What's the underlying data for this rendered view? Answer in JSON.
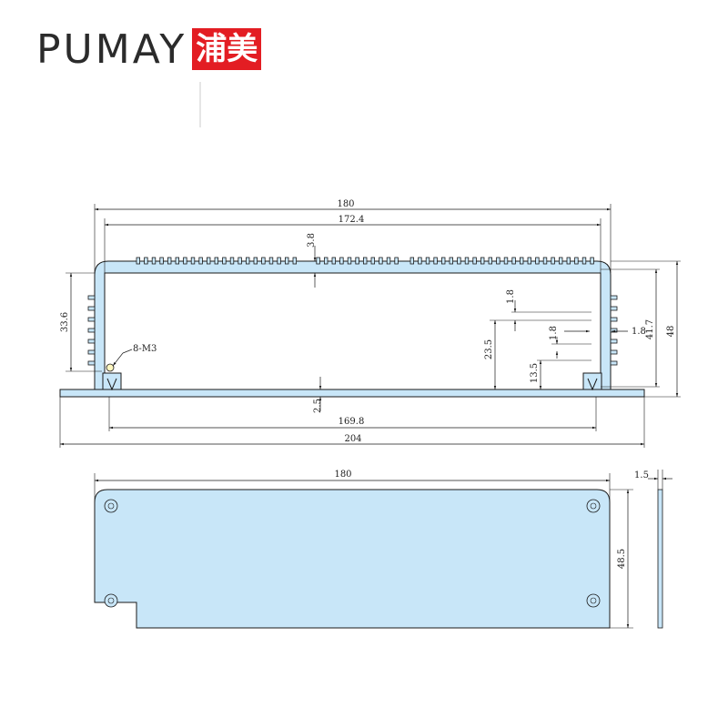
{
  "brand": {
    "name": "PUMAY",
    "name_cn": "浦美",
    "accent": "#e31d23"
  },
  "colors": {
    "part_fill": "#c8e6f8",
    "line": "#1a1a1a"
  },
  "profile_dims": {
    "overall_width": "180",
    "inner_width": "172.4",
    "top_wall": "3.8",
    "left_height": "33.6",
    "screw_label": "8-M3",
    "fin_gap_a": "1.8",
    "fin_gap_b": "1.8",
    "fin_gap_c": "1.8",
    "rail_height": "23.5",
    "rail_low": "13.5",
    "inner_height": "41.7",
    "total_height": "48",
    "base_thickness": "2.5",
    "slot_span": "169.8",
    "base_width": "204"
  },
  "plate_dims": {
    "width": "180",
    "height": "48.5",
    "thickness": "1.5"
  }
}
